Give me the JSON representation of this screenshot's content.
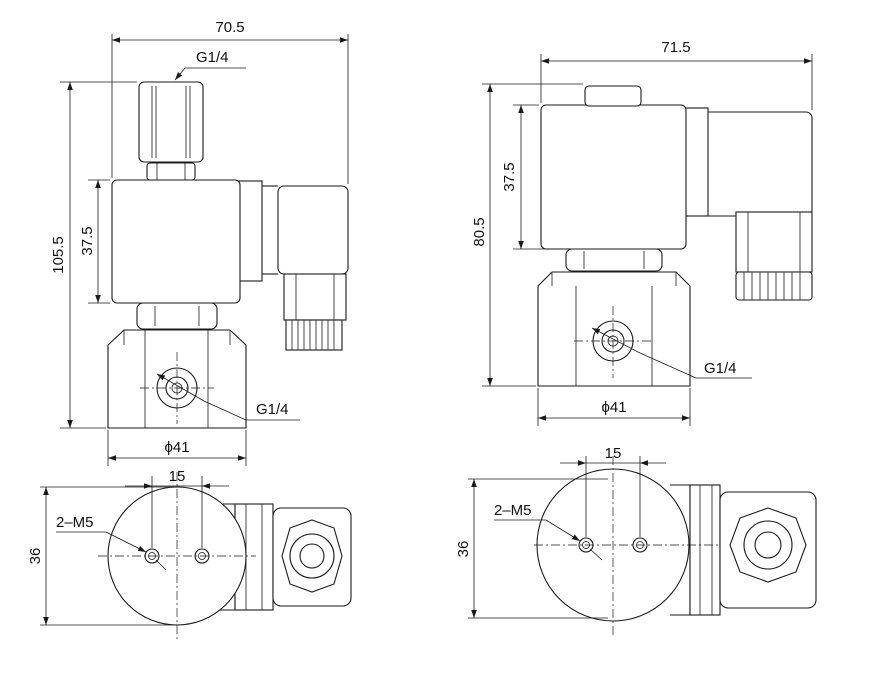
{
  "left_view": {
    "dims": {
      "overall_width": "70.5",
      "port_top": "G1/4",
      "height_total": "105.5",
      "coil_height": "37.5",
      "port_side": "G1/4",
      "body_diameter": "ϕ41",
      "hole_spacing": "15",
      "mount_holes": "2–M5",
      "body_depth": "36"
    }
  },
  "right_view": {
    "dims": {
      "overall_width": "71.5",
      "height_total": "80.5",
      "coil_height": "37.5",
      "port_side": "G1/4",
      "body_diameter": "ϕ41",
      "hole_spacing": "15",
      "mount_holes": "2–M5",
      "body_depth": "36"
    }
  }
}
